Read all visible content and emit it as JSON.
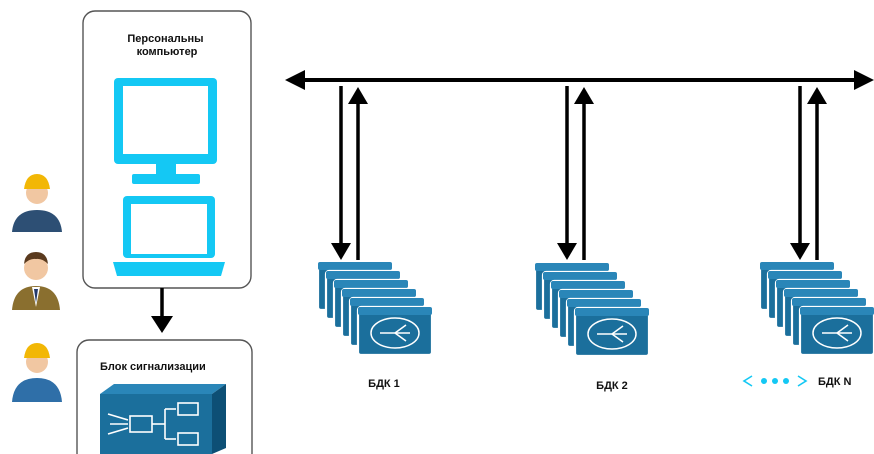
{
  "pc_box": {
    "title": "Персональны компьютер"
  },
  "alarm_box": {
    "title": "Блок сигнализации"
  },
  "bdk_units": [
    {
      "label": "БДК 1"
    },
    {
      "label": "БДК 2"
    },
    {
      "label": "БДК N"
    }
  ],
  "colors": {
    "cyan": "#14c8f4",
    "device_blue": "#1b6f9c",
    "device_dark": "#0d4f75",
    "line": "#000000",
    "box_border": "#555555",
    "helmet": "#f2b705",
    "suit": "#2f6fa8"
  },
  "icons": [
    "desktop-monitor-icon",
    "laptop-icon",
    "alarm-unit-icon",
    "bdk-device-stack-icon",
    "ellipsis-arrows-icon",
    "worker-avatar-icon",
    "manager-avatar-icon"
  ]
}
